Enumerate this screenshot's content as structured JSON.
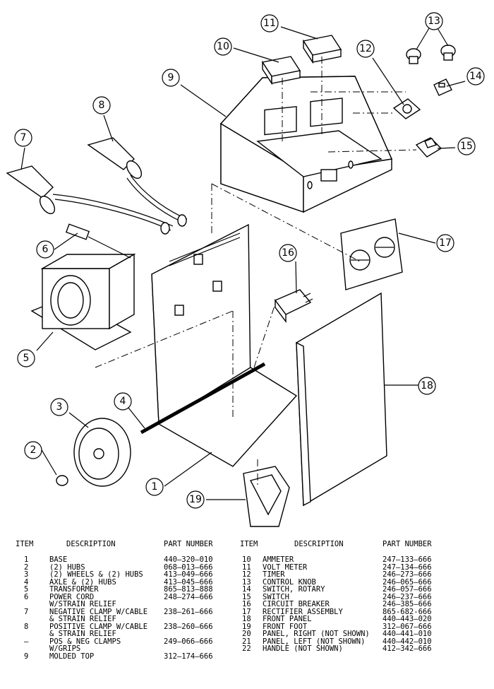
{
  "callouts": [
    "1",
    "2",
    "3",
    "4",
    "5",
    "6",
    "7",
    "8",
    "9",
    "10",
    "11",
    "12",
    "13",
    "14",
    "15",
    "16",
    "17",
    "18",
    "19"
  ],
  "table": {
    "headers": {
      "item": "ITEM",
      "description": "DESCRIPTION",
      "part_number": "PART NUMBER"
    },
    "left": [
      {
        "item": "1",
        "desc": "BASE",
        "part": "440–320–010"
      },
      {
        "item": "2",
        "desc": "(2) HUBS",
        "part": "068–013–666"
      },
      {
        "item": "3",
        "desc": "(2) WHEELS & (2) HUBS",
        "part": "413–049–666"
      },
      {
        "item": "4",
        "desc": "AXLE & (2) HUBS",
        "part": "413–045–666"
      },
      {
        "item": "5",
        "desc": "TRANSFORMER",
        "part": "865–813–888"
      },
      {
        "item": "6",
        "desc": "POWER CORD",
        "desc2": "W/STRAIN RELIEF",
        "part": "248–274–666"
      },
      {
        "item": "7",
        "desc": "NEGATIVE CLAMP W/CABLE",
        "desc2": "& STRAIN RELIEF",
        "part": "238–261–666"
      },
      {
        "item": "8",
        "desc": "POSITIVE CLAMP W/CABLE",
        "desc2": "& STRAIN RELIEF",
        "part": "238–260–666"
      },
      {
        "item": "–",
        "desc": "POS & NEG CLAMPS",
        "desc2": "W/GRIPS",
        "part": "249–066–666"
      },
      {
        "item": "9",
        "desc": "MOLDED TOP",
        "part": "312–174–666"
      }
    ],
    "right": [
      {
        "item": "10",
        "desc": "AMMETER",
        "part": "247–133–666"
      },
      {
        "item": "11",
        "desc": "VOLT METER",
        "part": "247–134–666"
      },
      {
        "item": "12",
        "desc": "TIMER",
        "part": "246–273–666"
      },
      {
        "item": "13",
        "desc": "CONTROL KNOB",
        "part": "246–065–666"
      },
      {
        "item": "14",
        "desc": "SWITCH, ROTARY",
        "part": "246–057–666"
      },
      {
        "item": "15",
        "desc": "SWITCH",
        "part": "246–237–666"
      },
      {
        "item": "16",
        "desc": "CIRCUIT BREAKER",
        "part": "246–385–666"
      },
      {
        "item": "17",
        "desc": "RECTIFIER ASSEMBLY",
        "part": "865-682-666"
      },
      {
        "item": "18",
        "desc": "FRONT PANEL",
        "part": "440–443–020"
      },
      {
        "item": "19",
        "desc": "FRONT FOOT",
        "part": "312–067–666"
      },
      {
        "item": "20",
        "desc": "PANEL, RIGHT (NOT SHOWN)",
        "part": "440–441–010"
      },
      {
        "item": "21",
        "desc": "PANEL, LEFT (NOT SHOWN)",
        "part": "440–442–010"
      },
      {
        "item": "22",
        "desc": "HANDLE (NOT SHOWN)",
        "part": "412–342–666"
      }
    ]
  }
}
